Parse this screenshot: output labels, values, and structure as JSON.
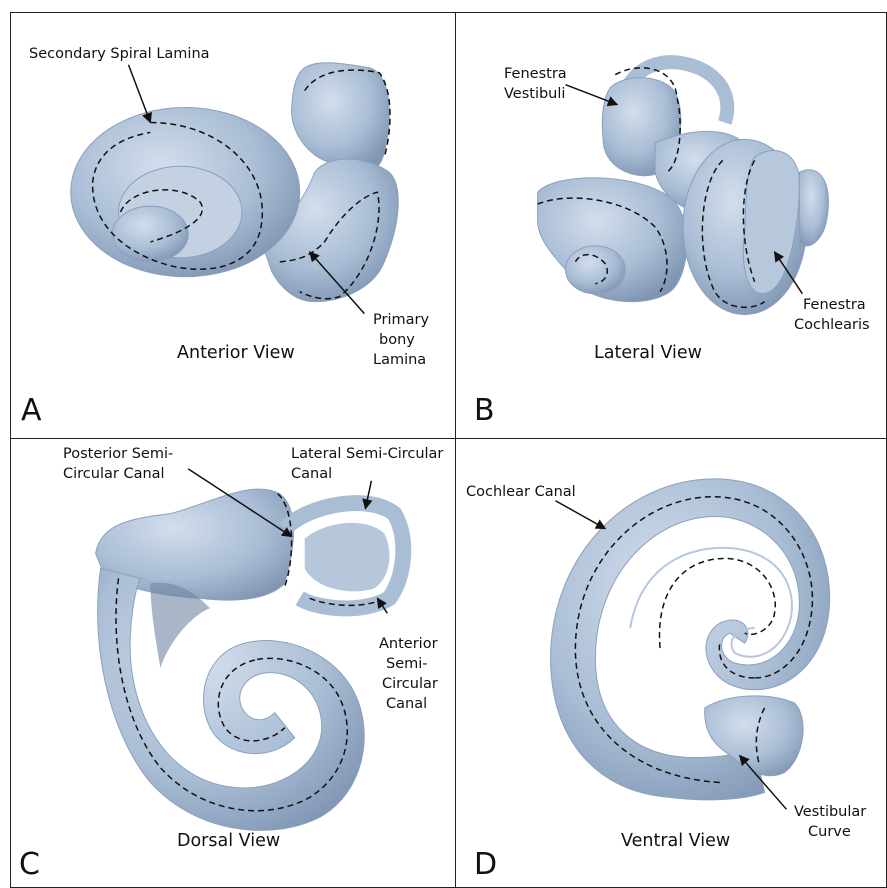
{
  "colors": {
    "structure_fill": "#a9bdd5",
    "structure_shade": "#7f95b2",
    "structure_light": "#cbd8e8",
    "line": "#111111",
    "border": "#222222"
  },
  "panels": [
    {
      "letter": "A",
      "view_title": "Anterior View",
      "annotations": {
        "secondary_spiral_lamina": "Secondary Spiral Lamina",
        "primary_line1": "Primary",
        "primary_line2": "bony",
        "primary_line3": "Lamina"
      }
    },
    {
      "letter": "B",
      "view_title": "Lateral View",
      "annotations": {
        "vestibuli_line1": "Fenestra",
        "vestibuli_line2": "Vestibuli",
        "cochlearis_line1": "Fenestra",
        "cochlearis_line2": "Cochlearis"
      }
    },
    {
      "letter": "C",
      "view_title": "Dorsal View",
      "annotations": {
        "posterior_line1": "Posterior Semi-",
        "posterior_line2": "Circular Canal",
        "lateral_line1": "Lateral Semi-Circular",
        "lateral_line2": "Canal",
        "anterior_line1": "Anterior",
        "anterior_line2": "Semi-",
        "anterior_line3": "Circular",
        "anterior_line4": "Canal"
      }
    },
    {
      "letter": "D",
      "view_title": "Ventral View",
      "annotations": {
        "cochlear_canal": "Cochlear Canal",
        "vestibular_line1": "Vestibular",
        "vestibular_line2": "Curve"
      }
    }
  ]
}
